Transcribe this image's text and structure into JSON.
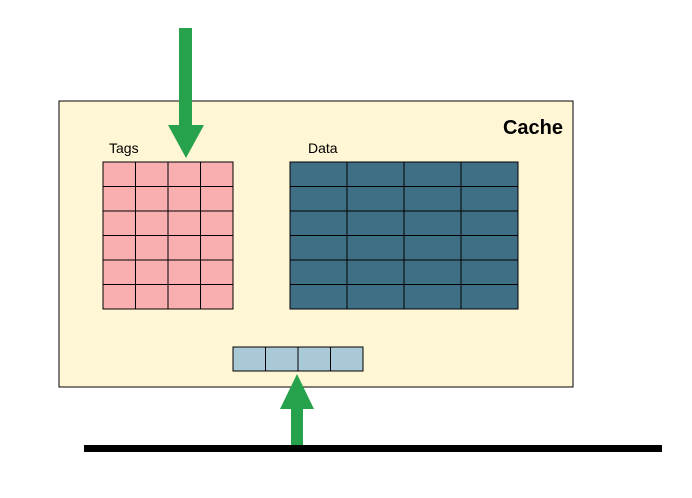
{
  "cache": {
    "title": "Cache",
    "fill_color": "#fff6d5"
  },
  "tags": {
    "label": "Tags",
    "rows": 6,
    "cols": 4,
    "color": "#f9afb0"
  },
  "data_array": {
    "label": "Data",
    "rows": 6,
    "cols": 4,
    "color": "#3f6f84"
  },
  "address_register": {
    "segments": 4,
    "color": "#a8c9d5"
  },
  "colors": {
    "arrow": "#27a24c",
    "bus": "#000000",
    "grid_line": "#000000"
  }
}
